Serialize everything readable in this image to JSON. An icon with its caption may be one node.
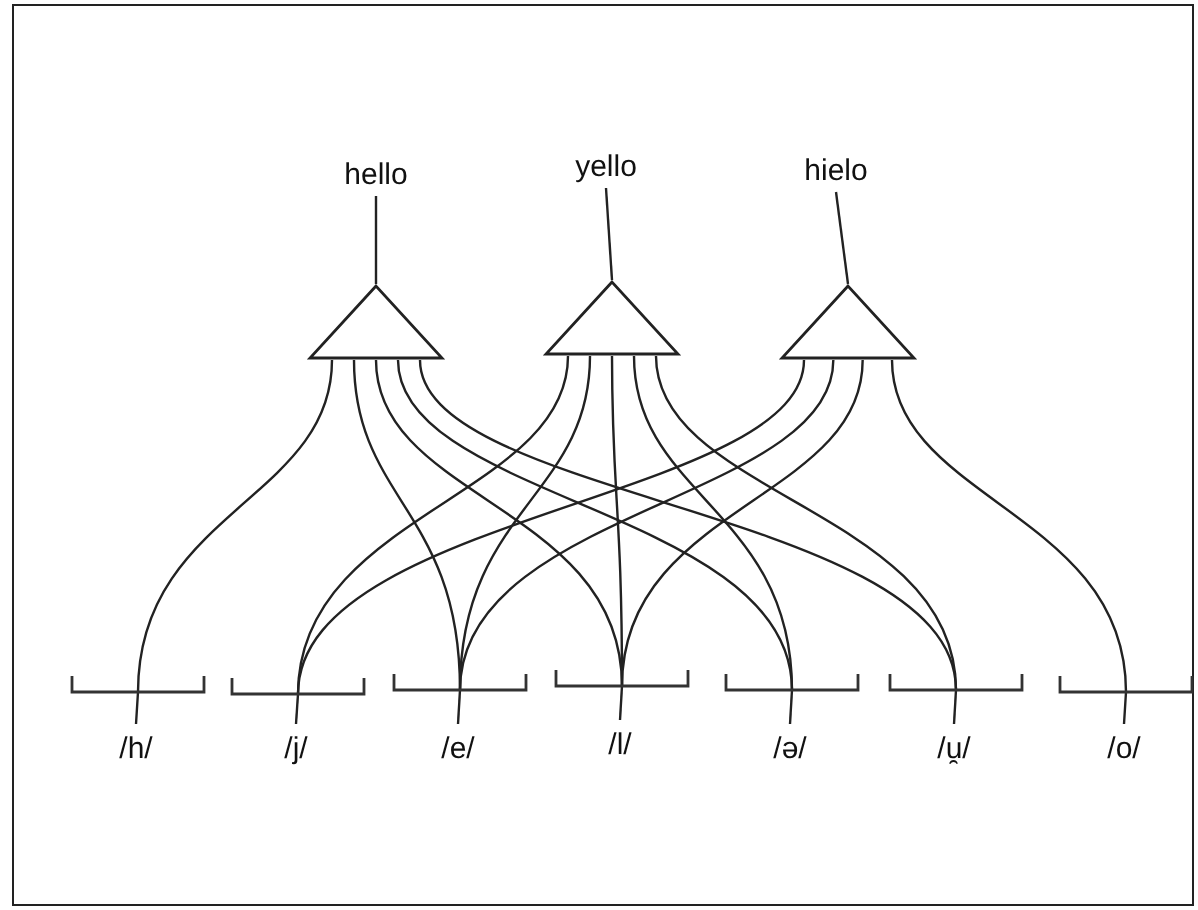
{
  "diagram": {
    "nodes": [
      {
        "text": [
          "hello"
        ]
      },
      {
        "text": [
          "yello"
        ]
      },
      {
        "text": [
          "hielo"
        ]
      },
      {
        "text": [],
        "shape": "triangle"
      },
      {
        "text": [],
        "shape": "triangle"
      },
      {
        "text": [],
        "shape": "triangle"
      },
      {
        "text": [],
        "shape": "bracket"
      },
      {
        "text": [],
        "shape": "bracket"
      },
      {
        "text": [],
        "shape": "bracket"
      },
      {
        "text": [],
        "shape": "bracket"
      },
      {
        "text": [],
        "shape": "bracket"
      },
      {
        "text": [],
        "shape": "bracket"
      },
      {
        "text": [],
        "shape": "bracket"
      },
      {
        "text": [
          "/h/"
        ]
      },
      {
        "text": [
          "/j/"
        ]
      },
      {
        "text": [
          "/e/"
        ]
      },
      {
        "text": [
          "/l/"
        ]
      },
      {
        "text": [
          "/ə/"
        ]
      },
      {
        "text": [
          "/u̯/"
        ]
      },
      {
        "text": [
          "/o/"
        ]
      }
    ],
    "edges": [
      {
        "from": 0,
        "to": 3,
        "arrow": "none"
      },
      {
        "from": 1,
        "to": 4,
        "arrow": "none"
      },
      {
        "from": 2,
        "to": 5,
        "arrow": "none"
      },
      {
        "from": 3,
        "to": 6,
        "arrow": "none"
      },
      {
        "from": 3,
        "to": 8,
        "arrow": "none"
      },
      {
        "from": 3,
        "to": 9,
        "arrow": "none"
      },
      {
        "from": 3,
        "to": 10,
        "arrow": "none"
      },
      {
        "from": 3,
        "to": 11,
        "arrow": "none"
      },
      {
        "from": 4,
        "to": 7,
        "arrow": "none"
      },
      {
        "from": 4,
        "to": 8,
        "arrow": "none"
      },
      {
        "from": 4,
        "to": 9,
        "arrow": "none"
      },
      {
        "from": 4,
        "to": 10,
        "arrow": "none"
      },
      {
        "from": 4,
        "to": 11,
        "arrow": "none"
      },
      {
        "from": 5,
        "to": 7,
        "arrow": "none"
      },
      {
        "from": 5,
        "to": 8,
        "arrow": "none"
      },
      {
        "from": 5,
        "to": 9,
        "arrow": "none"
      },
      {
        "from": 5,
        "to": 12,
        "arrow": "none"
      },
      {
        "from": 6,
        "to": 13,
        "arrow": "none"
      },
      {
        "from": 7,
        "to": 14,
        "arrow": "none"
      },
      {
        "from": 8,
        "to": 15,
        "arrow": "none"
      },
      {
        "from": 9,
        "to": 16,
        "arrow": "none"
      },
      {
        "from": 10,
        "to": 17,
        "arrow": "none"
      },
      {
        "from": 11,
        "to": 18,
        "arrow": "none"
      },
      {
        "from": 12,
        "to": 19,
        "arrow": "none"
      }
    ]
  }
}
